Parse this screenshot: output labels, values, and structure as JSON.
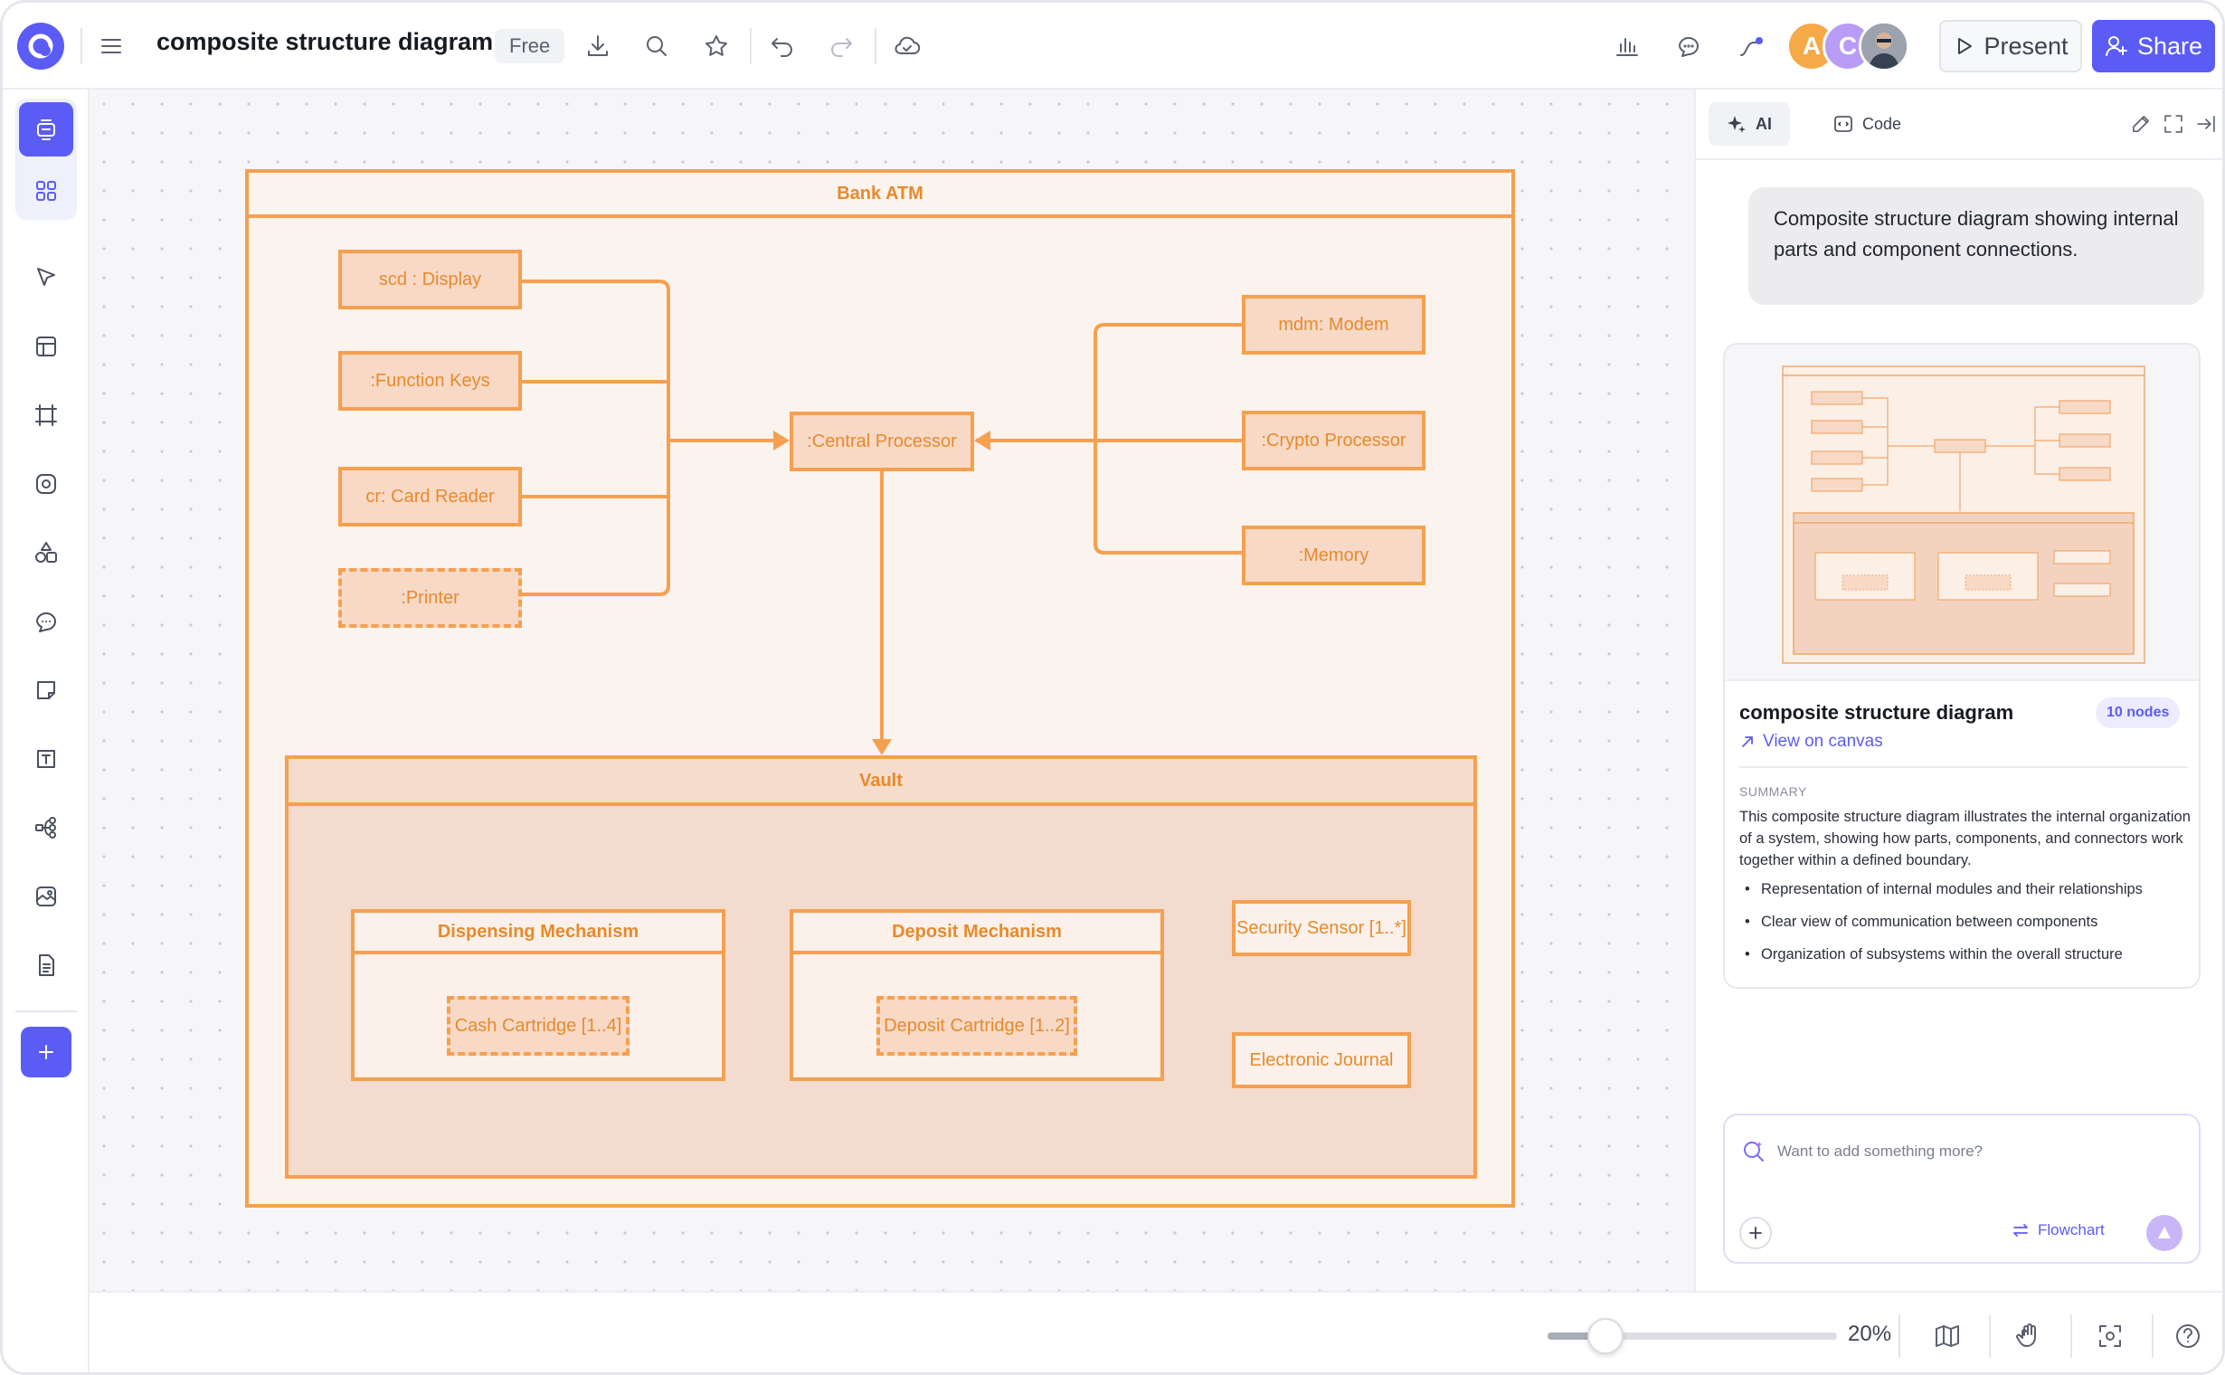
{
  "app": {
    "title": "composite structure diagram",
    "plan_badge": "Free",
    "present_label": "Present",
    "share_label": "Share",
    "avatars": [
      {
        "initial": "A",
        "color": "#f5a947"
      },
      {
        "initial": "C",
        "color": "#b89cf5"
      },
      {
        "initial": "",
        "color": "#6b7280"
      }
    ]
  },
  "diagram": {
    "outer_title": "Bank ATM",
    "left_parts": [
      "scd : Display",
      ":Function Keys",
      "cr: Card Reader",
      ":Printer"
    ],
    "center": ":Central Processor",
    "right_parts": [
      "mdm: Modem",
      ":Crypto Processor",
      ":Memory"
    ],
    "vault": {
      "title": "Vault",
      "dispensing_title": "Dispensing Mechanism",
      "dispensing_part": "Cash Cartridge [1..4]",
      "deposit_title": "Deposit Mechanism",
      "deposit_part": "Deposit Cartridge [1..2]",
      "security_sensor": "Security Sensor [1..*]",
      "journal": "Electronic Journal"
    },
    "colors": {
      "stroke": "#f5a050",
      "fill": "#f7d9c6",
      "text": "#e8892c"
    }
  },
  "panel": {
    "tabs": [
      "AI",
      "Code"
    ],
    "prompt": "Composite structure diagram showing internal parts and component connections.",
    "card": {
      "title": "composite structure diagram",
      "nodes_badge": "10 nodes",
      "view_link": "View on canvas",
      "summary_heading": "SUMMARY",
      "summary_text": "This composite structure diagram illustrates the internal organization of a system, showing how parts, components, and connectors work together within a defined boundary.",
      "bullets": [
        "Representation of internal modules and their relationships",
        "Clear view of communication between components",
        "Organization of subsystems within the overall structure"
      ]
    },
    "input_placeholder": "Want to add something more?",
    "mode_label": "Flowchart"
  },
  "zoom": {
    "label": "20%",
    "value": 0.2
  }
}
